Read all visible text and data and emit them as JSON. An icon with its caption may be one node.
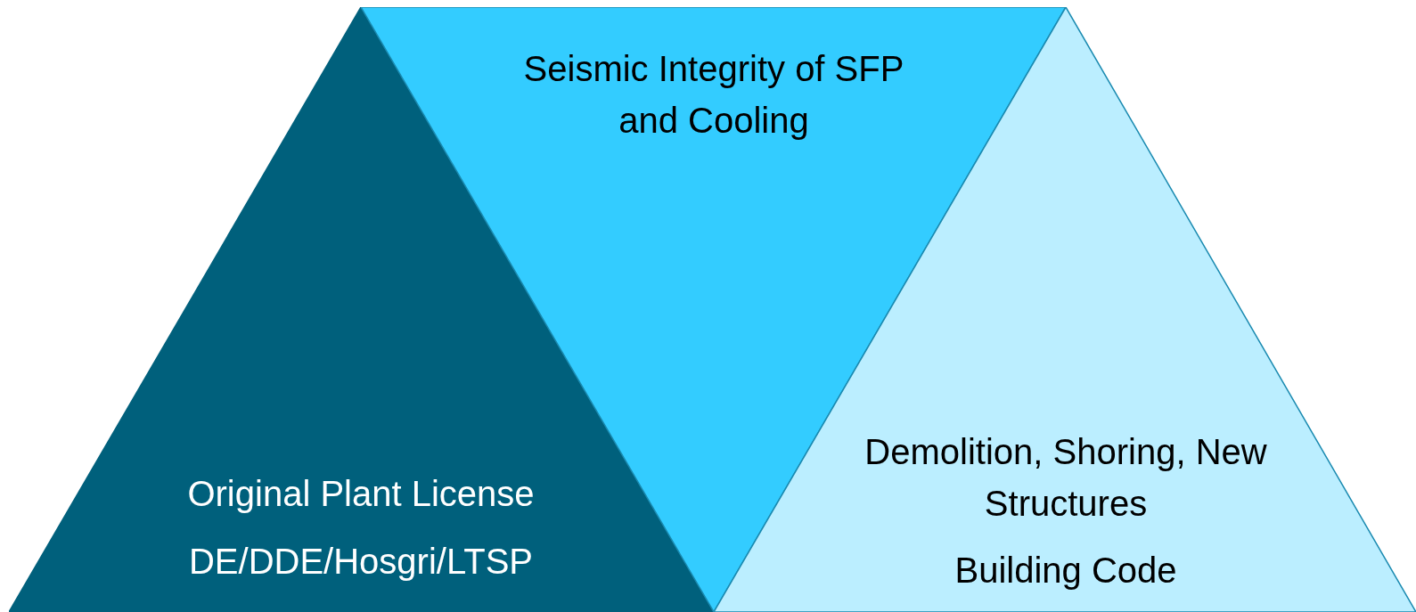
{
  "diagram": {
    "nodes": [
      {
        "text": [
          "Original Plant License",
          "DE/DDE/Hosgri/LTSP"
        ]
      },
      {
        "text": [
          "Seismic Integrity of SFP and Cooling"
        ]
      },
      {
        "text": [
          "Demolition, Shoring, New Structures",
          "Building Code"
        ]
      }
    ]
  }
}
